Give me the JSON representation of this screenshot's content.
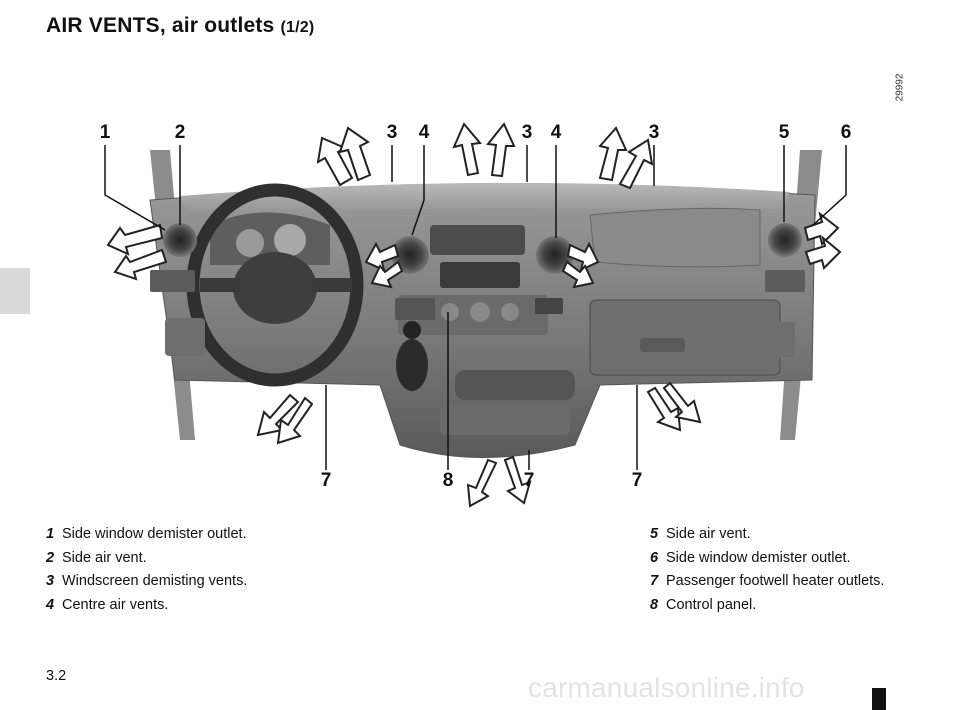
{
  "header": {
    "title": "AIR VENTS, air outlets",
    "part": "(1/2)"
  },
  "figure": {
    "ref_code": "29992",
    "callouts": [
      "1",
      "2",
      "3",
      "4",
      "3",
      "4",
      "3",
      "5",
      "6",
      "7",
      "8",
      "7",
      "7"
    ]
  },
  "legend": {
    "left": [
      {
        "num": "1",
        "text": "Side window demister outlet."
      },
      {
        "num": "2",
        "text": "Side air vent."
      },
      {
        "num": "3",
        "text": "Windscreen demisting vents."
      },
      {
        "num": "4",
        "text": "Centre air vents."
      }
    ],
    "right": [
      {
        "num": "5",
        "text": "Side air vent."
      },
      {
        "num": "6",
        "text": "Side window demister outlet."
      },
      {
        "num": "7",
        "text": "Passenger footwell heater outlets."
      },
      {
        "num": "8",
        "text": "Control panel."
      }
    ]
  },
  "footer": {
    "page_number": "3.2",
    "watermark": "carmanualsonline.info"
  }
}
